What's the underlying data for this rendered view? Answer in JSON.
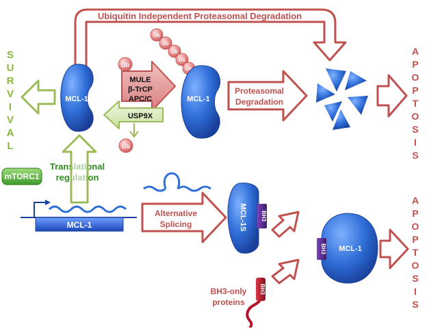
{
  "colors": {
    "red_text": "#c0504d",
    "red_stroke": "#c0504d",
    "green_text": "#2e8b1f",
    "green_stroke": "#9bbb59",
    "blue": "#2f6fd8",
    "purple": "#5b2c8f",
    "dark_red": "#b3162b"
  },
  "labels": {
    "ubiquitin_independent": "Ubiquitin Independent Proteasomal Degradation",
    "survival": "SURVIVAL",
    "apoptosis": "APOPTOSIS",
    "mcl1": "MCL-1",
    "mcl1_gene": "MCL-1",
    "mcl1s": "MCL-1S",
    "ub": "Ub",
    "mule": "MULE",
    "btrcp": "β-TrCP",
    "apcc": "APC/C",
    "usp9x": "USP9X",
    "proteasomal_1": "Proteasomal",
    "proteasomal_2": "Degradation",
    "mtorc1": "mTORC1",
    "translational_1": "Translational",
    "translational_2": "regulation",
    "alternative_1": "Alternative",
    "alternative_2": "Splicing",
    "bh3": "BH3",
    "bh3_only_1": "BH3-only",
    "bh3_only_2": "proteins"
  },
  "icons": [
    "arrow",
    "ubiquitin-chain",
    "mrna-hairpin",
    "proteasome-fragments",
    "gene-promoter-arrow"
  ]
}
